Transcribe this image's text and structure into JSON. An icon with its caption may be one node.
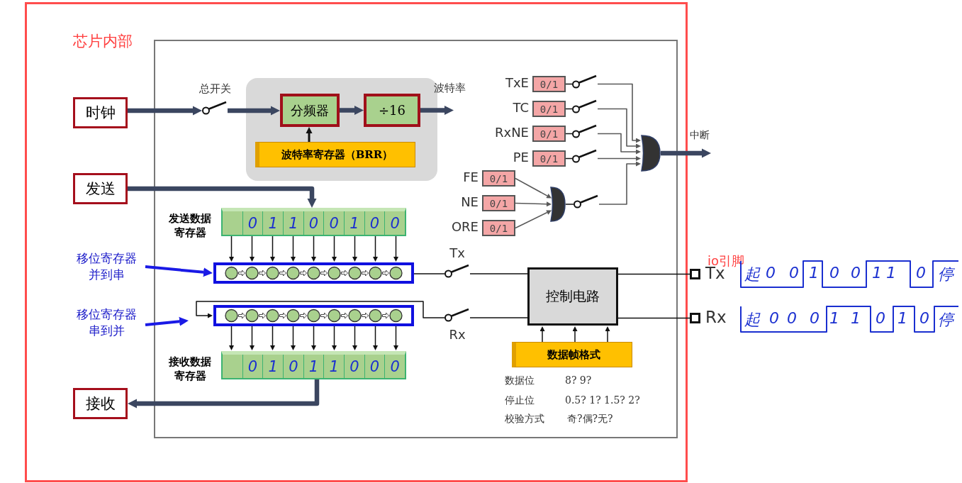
{
  "diagram": {
    "nodes": [
      {
        "text": [
          "芯片内部"
        ]
      },
      {
        "text": [
          "时钟"
        ],
        "in": 0
      },
      {
        "text": [
          "发送"
        ],
        "in": 0
      },
      {
        "text": [
          "接收"
        ],
        "in": 0
      },
      {
        "text": [],
        "shape": "box",
        "in": 0
      },
      {
        "text": [
          "分频器"
        ],
        "in": 4
      },
      {
        "text": [
          "÷16"
        ],
        "in": 4
      },
      {
        "text": [
          "波特率寄存器（BRR）"
        ],
        "in": 4
      },
      {
        "text": [],
        "shape": "switch",
        "beside": [
          "总开关"
        ],
        "in": 0
      },
      {
        "text": [
          "0/1"
        ],
        "beside": [
          "TxE"
        ],
        "in": 0
      },
      {
        "text": [
          "0/1"
        ],
        "beside": [
          "TC"
        ],
        "in": 0
      },
      {
        "text": [
          "0/1"
        ],
        "beside": [
          "RxNE"
        ],
        "in": 0
      },
      {
        "text": [
          "0/1"
        ],
        "beside": [
          "PE"
        ],
        "in": 0
      },
      {
        "text": [],
        "shape": "switch",
        "in": 0
      },
      {
        "text": [],
        "shape": "switch",
        "in": 0
      },
      {
        "text": [],
        "shape": "switch",
        "in": 0
      },
      {
        "text": [],
        "shape": "switch",
        "in": 0
      },
      {
        "text": [
          "0/1"
        ],
        "beside": [
          "FE"
        ],
        "in": 0
      },
      {
        "text": [
          "0/1"
        ],
        "beside": [
          "NE"
        ],
        "in": 0
      },
      {
        "text": [
          "0/1"
        ],
        "beside": [
          "ORE"
        ],
        "in": 0
      },
      {
        "text": [],
        "shape": "gate",
        "in": 0
      },
      {
        "text": [],
        "shape": "switch",
        "in": 0
      },
      {
        "text": [],
        "shape": "gate",
        "in": 0
      },
      {
        "text": [
          "发送数据寄存器",
          "0",
          "1",
          "1",
          "0",
          "0",
          "1",
          "0",
          "0"
        ],
        "in": 0
      },
      {
        "text": [
          "移位寄存器并到串"
        ],
        "in": 0
      },
      {
        "text": [],
        "shape": "box",
        "in": 0
      },
      {
        "text": [
          "移位寄存器串到并"
        ],
        "in": 0
      },
      {
        "text": [],
        "shape": "box",
        "in": 0
      },
      {
        "text": [
          "接收数据寄存器",
          "0",
          "1",
          "0",
          "1",
          "1",
          "0",
          "0",
          "0"
        ],
        "in": 0
      },
      {
        "text": [],
        "shape": "switch",
        "beside": [
          "Tx"
        ],
        "in": 0
      },
      {
        "text": [],
        "shape": "switch",
        "beside": [
          "Rx"
        ],
        "in": 0
      },
      {
        "text": [
          "控制电路"
        ],
        "in": 0
      },
      {
        "text": [
          "数据帧格式"
        ],
        "in": 0
      },
      {
        "text": [],
        "shape": "box",
        "beside": [
          "Tx"
        ]
      },
      {
        "text": [],
        "shape": "box",
        "beside": [
          "Rx"
        ]
      }
    ],
    "edges": [
      {
        "from": 1,
        "to": 8,
        "arrow": "to",
        "style": "thick",
        "color": "#3b4660"
      },
      {
        "from": 8,
        "to": 5,
        "arrow": "to",
        "style": "thick",
        "color": "#3b4660"
      },
      {
        "from": 5,
        "to": 6,
        "arrow": "to",
        "style": "thick",
        "color": "#3b4660"
      },
      {
        "from": 6,
        "to": null,
        "arrow": "to",
        "label": "波特率",
        "style": "thick",
        "color": "#3b4660"
      },
      {
        "from": 7,
        "to": 5,
        "arrow": "to"
      },
      {
        "from": 9,
        "to": 13,
        "arrow": "none"
      },
      {
        "from": 10,
        "to": 14,
        "arrow": "none"
      },
      {
        "from": 11,
        "to": 15,
        "arrow": "none"
      },
      {
        "from": 12,
        "to": 16,
        "arrow": "none"
      },
      {
        "from": 13,
        "to": 22,
        "arrow": "to",
        "color": "#595959"
      },
      {
        "from": 14,
        "to": 22,
        "arrow": "to",
        "color": "#595959"
      },
      {
        "from": 15,
        "to": 22,
        "arrow": "to",
        "color": "#595959"
      },
      {
        "from": 16,
        "to": 22,
        "arrow": "to",
        "color": "#595959"
      },
      {
        "from": 17,
        "to": 20,
        "arrow": "to",
        "color": "#595959"
      },
      {
        "from": 18,
        "to": 20,
        "arrow": "to",
        "color": "#595959"
      },
      {
        "from": 19,
        "to": 20,
        "arrow": "to",
        "color": "#595959"
      },
      {
        "from": 20,
        "to": 21,
        "arrow": "none"
      },
      {
        "from": 21,
        "to": 22,
        "arrow": "to",
        "color": "#595959"
      },
      {
        "from": 22,
        "to": null,
        "arrow": "to",
        "label": "中断",
        "style": "thick",
        "color": "#3b4660"
      },
      {
        "from": 2,
        "to": 23,
        "arrow": "to",
        "style": "thick",
        "color": "#3b4660"
      },
      {
        "from": 24,
        "to": 25,
        "arrow": "to",
        "style": "thick",
        "color": "#1a1ae6"
      },
      {
        "from": 26,
        "to": 27,
        "arrow": "to",
        "style": "thick",
        "color": "#1a1ae6"
      },
      {
        "from": 23,
        "to": 25,
        "arrow": "to"
      },
      {
        "from": 23,
        "to": 25,
        "arrow": "to"
      },
      {
        "from": 23,
        "to": 25,
        "arrow": "to"
      },
      {
        "from": 23,
        "to": 25,
        "arrow": "to"
      },
      {
        "from": 23,
        "to": 25,
        "arrow": "to"
      },
      {
        "from": 23,
        "to": 25,
        "arrow": "to"
      },
      {
        "from": 23,
        "to": 25,
        "arrow": "to"
      },
      {
        "from": 23,
        "to": 25,
        "arrow": "to"
      },
      {
        "from": 23,
        "to": 25,
        "arrow": "to"
      },
      {
        "from": 25,
        "to": 29,
        "arrow": "none"
      },
      {
        "from": 29,
        "to": 31,
        "arrow": "none"
      },
      {
        "from": 31,
        "to": 33,
        "arrow": "none"
      },
      {
        "from": 34,
        "to": 31,
        "arrow": "none"
      },
      {
        "from": 31,
        "to": 30,
        "arrow": "none"
      },
      {
        "from": 30,
        "to": 27,
        "arrow": "to"
      },
      {
        "from": 27,
        "to": 28,
        "arrow": "to"
      },
      {
        "from": 27,
        "to": 28,
        "arrow": "to"
      },
      {
        "from": 27,
        "to": 28,
        "arrow": "to"
      },
      {
        "from": 27,
        "to": 28,
        "arrow": "to"
      },
      {
        "from": 27,
        "to": 28,
        "arrow": "to"
      },
      {
        "from": 27,
        "to": 28,
        "arrow": "to"
      },
      {
        "from": 27,
        "to": 28,
        "arrow": "to"
      },
      {
        "from": 27,
        "to": 28,
        "arrow": "to"
      },
      {
        "from": 27,
        "to": 28,
        "arrow": "to"
      },
      {
        "from": 28,
        "to": 3,
        "arrow": "to",
        "style": "thick",
        "color": "#3b4660"
      },
      {
        "from": 32,
        "to": 31,
        "arrow": "to"
      },
      {
        "from": 32,
        "to": 31,
        "arrow": "to"
      },
      {
        "from": 32,
        "to": 31,
        "arrow": "to"
      }
    ],
    "labels": [
      "io引脚",
      "起",
      "0",
      "0",
      "1",
      "0",
      "0",
      "1",
      "1",
      "0",
      "停",
      "起",
      "0",
      "0",
      "0",
      "1",
      "1",
      "0",
      "1",
      "0",
      "停",
      "数据位",
      "8? 9?",
      "停止位",
      "0.5? 1? 1.5? 2?",
      "校验方式",
      "奇?偶?无?"
    ]
  }
}
